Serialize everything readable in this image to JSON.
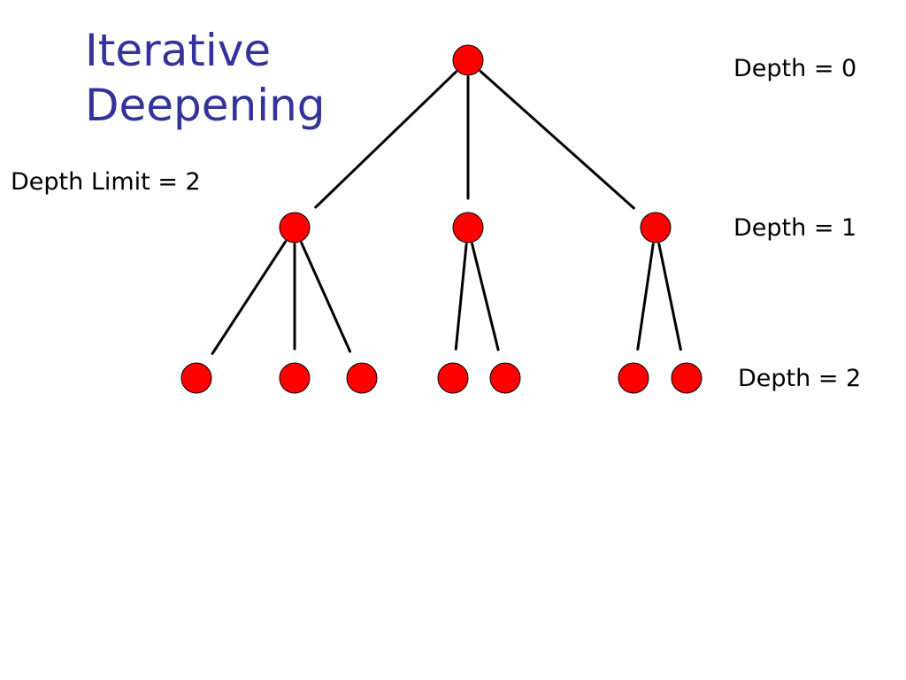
{
  "title": {
    "line1": "Iterative",
    "line2": "Deepening"
  },
  "labels": {
    "depth_limit": "Depth Limit = 2",
    "depth0": "Depth = 0",
    "depth1": "Depth = 1",
    "depth2": "Depth = 2"
  },
  "colors": {
    "title": "#333399",
    "node_fill": "#ff0000",
    "edge": "#000000"
  },
  "tree": {
    "nodes": [
      {
        "id": "root",
        "depth": 0
      },
      {
        "id": "a",
        "depth": 1,
        "parent": "root"
      },
      {
        "id": "b",
        "depth": 1,
        "parent": "root"
      },
      {
        "id": "c",
        "depth": 1,
        "parent": "root"
      },
      {
        "id": "a1",
        "depth": 2,
        "parent": "a"
      },
      {
        "id": "a2",
        "depth": 2,
        "parent": "a"
      },
      {
        "id": "a3",
        "depth": 2,
        "parent": "a"
      },
      {
        "id": "b1",
        "depth": 2,
        "parent": "b"
      },
      {
        "id": "b2",
        "depth": 2,
        "parent": "b"
      },
      {
        "id": "c1",
        "depth": 2,
        "parent": "c"
      },
      {
        "id": "c2",
        "depth": 2,
        "parent": "c"
      }
    ]
  }
}
